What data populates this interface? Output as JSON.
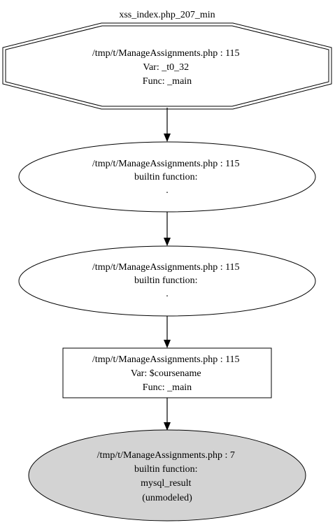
{
  "graph": {
    "title": "xss_index.php_207_min",
    "nodes": [
      {
        "id": "n1",
        "shape": "doubleoctagon",
        "fill": "#ffffff",
        "lines": [
          "/tmp/t/ManageAssignments.php : 115",
          "Var: _t0_32",
          "Func: _main"
        ]
      },
      {
        "id": "n2",
        "shape": "ellipse",
        "fill": "#ffffff",
        "lines": [
          "/tmp/t/ManageAssignments.php : 115",
          "builtin function:",
          "."
        ]
      },
      {
        "id": "n3",
        "shape": "ellipse",
        "fill": "#ffffff",
        "lines": [
          "/tmp/t/ManageAssignments.php : 115",
          "builtin function:",
          "."
        ]
      },
      {
        "id": "n4",
        "shape": "box",
        "fill": "#ffffff",
        "lines": [
          "/tmp/t/ManageAssignments.php : 115",
          "Var: $coursename",
          "Func: _main"
        ]
      },
      {
        "id": "n5",
        "shape": "ellipse",
        "fill": "#d3d3d3",
        "lines": [
          "/tmp/t/ManageAssignments.php : 7",
          "builtin function:",
          "mysql_result",
          "(unmodeled)"
        ]
      }
    ],
    "edges": [
      {
        "from": "n1",
        "to": "n2"
      },
      {
        "from": "n2",
        "to": "n3"
      },
      {
        "from": "n3",
        "to": "n4"
      },
      {
        "from": "n4",
        "to": "n5"
      }
    ]
  }
}
